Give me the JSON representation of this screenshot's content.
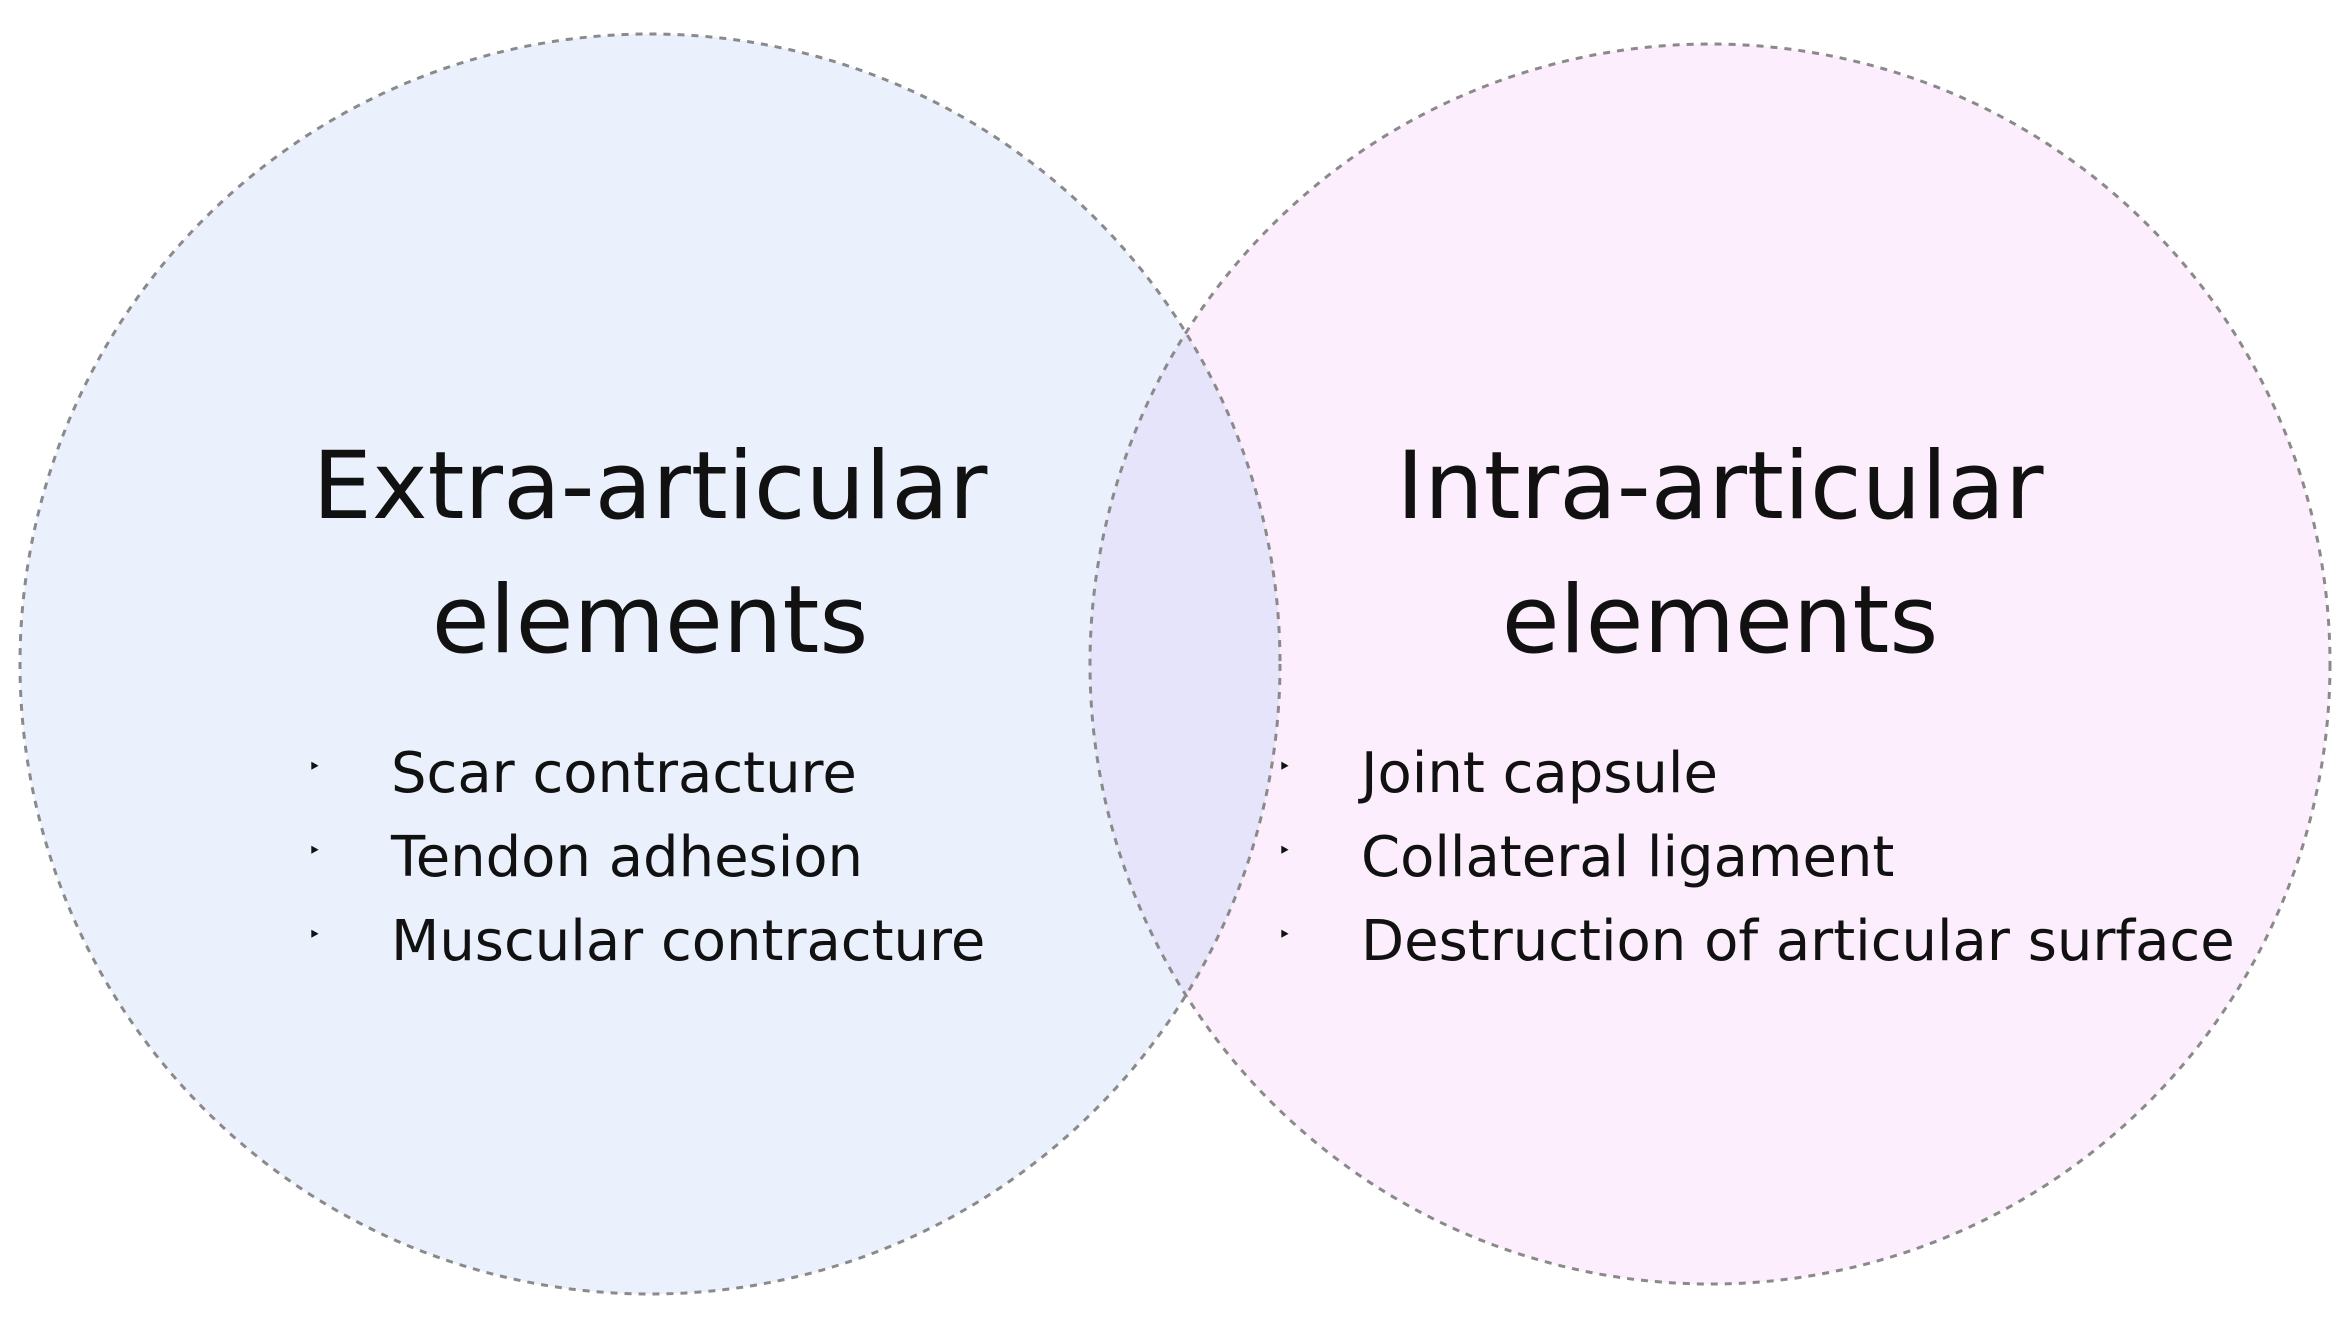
{
  "colors": {
    "left_fill": "#eaf1fc",
    "right_fill": "#fceefc",
    "overlap_fill": "#e6e4fa",
    "outline": "#8a8a8a"
  },
  "left_group": {
    "title_line1": "Extra-articular",
    "title_line2": "elements",
    "items": [
      "Scar contracture",
      "Tendon adhesion",
      "Muscular contracture"
    ]
  },
  "right_group": {
    "title_line1": "Intra-articular",
    "title_line2": "elements",
    "items": [
      "Joint capsule",
      "Collateral ligament",
      "Destruction of articular surface"
    ]
  },
  "bullet_glyph": "‣"
}
